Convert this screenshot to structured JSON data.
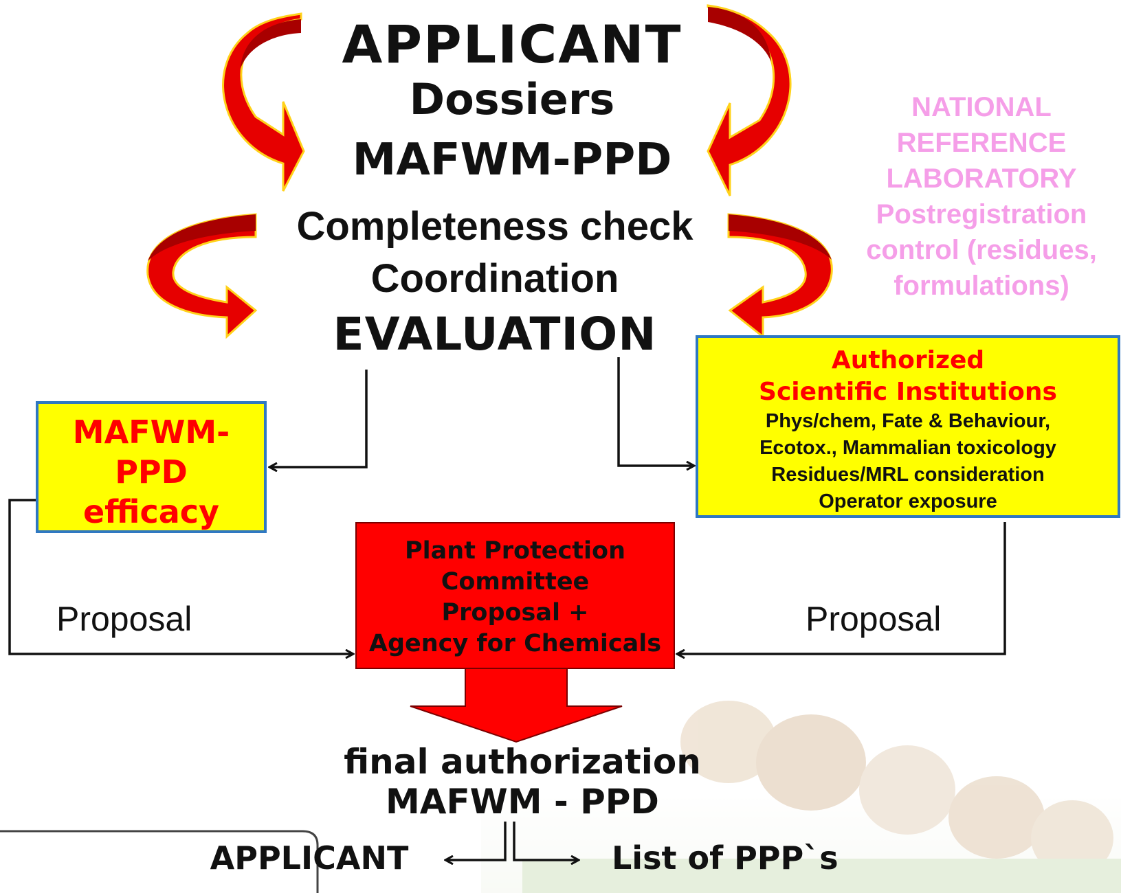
{
  "top": {
    "applicant": "APPLICANT",
    "dossiers": "Dossiers",
    "mafwm_ppd": "MAFWM-PPD",
    "completeness": "Completeness check",
    "coordination": "Coordination",
    "evaluation": "EVALUATION"
  },
  "reference_lab": {
    "lines": [
      "NATIONAL",
      "REFERENCE",
      "LABORATORY",
      "Postregistration",
      "control (residues,",
      "formulations)"
    ],
    "color": "#f59ee8"
  },
  "efficacy_box": {
    "lines": [
      "MAFWM-",
      "PPD",
      "efficacy"
    ]
  },
  "institutions_box": {
    "title_lines": [
      "Authorized",
      "Scientific Institutions"
    ],
    "lines": [
      "Phys/chem, Fate & Behaviour,",
      "Ecotox., Mammalian toxicology",
      "Residues/MRL consideration",
      "Operator exposure"
    ]
  },
  "committee_box": {
    "lines": [
      "Plant Protection",
      "Committee",
      "Proposal +",
      "Agency for Chemicals"
    ]
  },
  "proposal_left": "Proposal",
  "proposal_right": "Proposal",
  "final": {
    "line1": "final authorization",
    "line2": "MAFWM - PPD"
  },
  "bottom": {
    "applicant": "APPLICANT",
    "list": "List of PPP`s"
  },
  "colors": {
    "arrow_red": "#e60000",
    "arrow_dark": "#a80000",
    "arrow_outline": "#ffd21a",
    "box_yellow": "#ffff00",
    "box_border_blue": "#2f78c2",
    "committee_red": "#ff0000",
    "emphasis_red": "#ff0000"
  }
}
